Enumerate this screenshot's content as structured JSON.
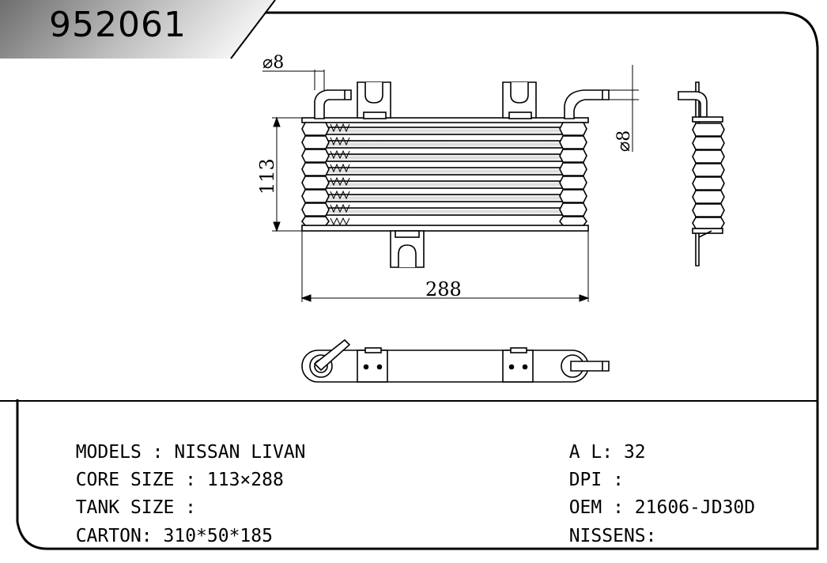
{
  "part_number": "952061",
  "dimensions": {
    "inlet_diameter": "⌀8",
    "outlet_diameter": "⌀8",
    "height": "113",
    "width": "288"
  },
  "specs_left": [
    {
      "label": "MODELS",
      "sep": " : ",
      "value": "NISSAN LIVAN"
    },
    {
      "label": "CORE SIZE",
      "sep": " : ",
      "value": "113×288"
    },
    {
      "label": "TANK SIZE",
      "sep": " : ",
      "value": ""
    },
    {
      "label": "CARTON",
      "sep": ": ",
      "value": "310*50*185"
    }
  ],
  "specs_right": [
    {
      "label": "A L",
      "sep": ": ",
      "value": "32"
    },
    {
      "label": "DPI",
      "sep": " : ",
      "value": ""
    },
    {
      "label": "OEM",
      "sep": " : ",
      "value": "21606-JD30D"
    },
    {
      "label": "NISSENS",
      "sep": ":",
      "value": ""
    }
  ],
  "colors": {
    "ink": "#000000",
    "tab_dark": "#7a7a7a",
    "tab_light": "#f2f2f2"
  }
}
